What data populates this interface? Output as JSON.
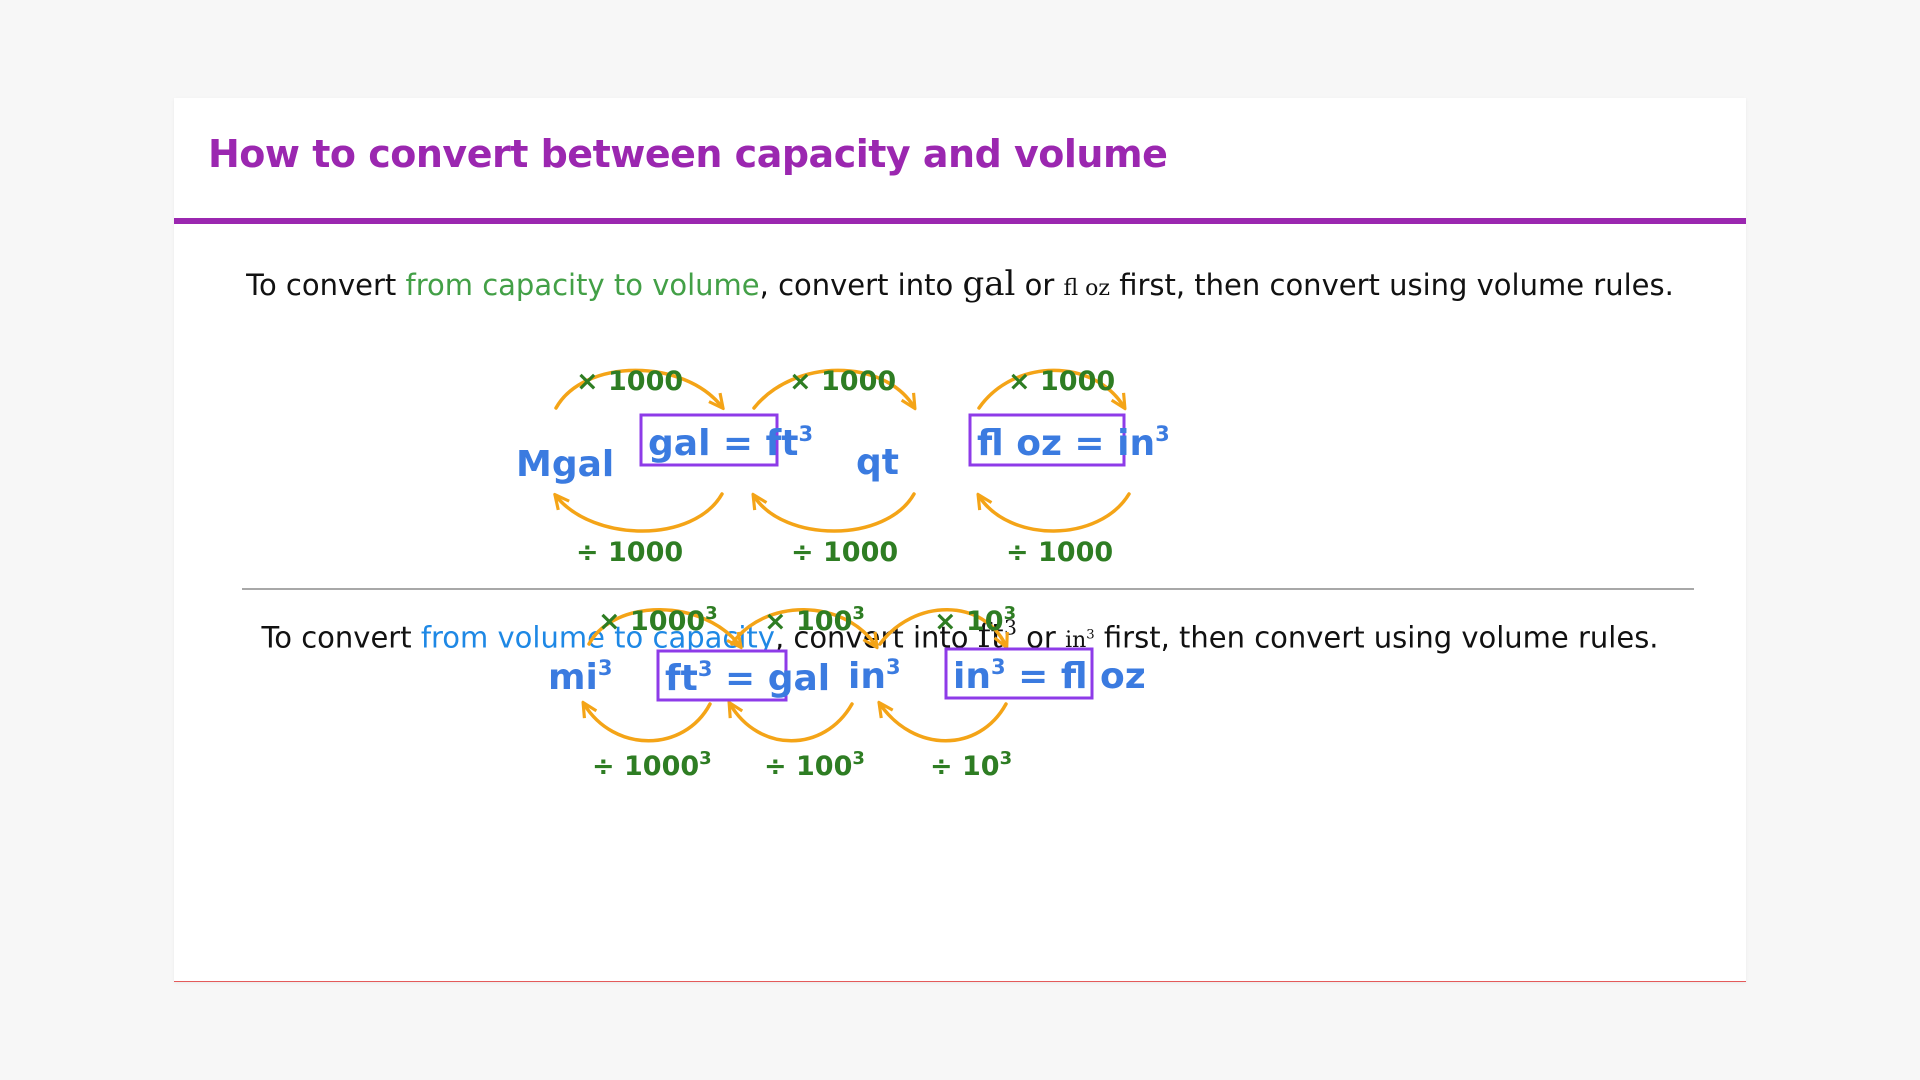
{
  "title": "How to convert between capacity and volume",
  "colors": {
    "title": "#9b27b0",
    "capacity_highlight": "#43a047",
    "volume_highlight": "#1e88e5",
    "node_text": "#3b7be0",
    "box_border": "#8e3be8",
    "arrow": "#f4a417",
    "operation_text": "#2e7d23"
  },
  "section1": {
    "text_before": "To convert ",
    "highlight": "from capacity to volume",
    "text_middle": ", convert into ",
    "unit_a": "gal",
    "or": " or ",
    "unit_b": "fl oz",
    "text_after": " first, then convert using volume rules.",
    "nodes": [
      {
        "label": "Mgal",
        "boxed": false
      },
      {
        "label": "gal = ft",
        "sup": "3",
        "boxed": true
      },
      {
        "label": "qt",
        "boxed": false
      },
      {
        "label": "fl oz = in",
        "sup": "3",
        "boxed": true
      }
    ],
    "multiply_ops": [
      {
        "text": "× 1000"
      },
      {
        "text": "× 1000"
      },
      {
        "text": "× 1000"
      }
    ],
    "divide_ops": [
      {
        "text": "÷ 1000"
      },
      {
        "text": "÷ 1000"
      },
      {
        "text": "÷ 1000"
      }
    ]
  },
  "section2": {
    "text_before": "To convert ",
    "highlight": "from volume to capacity",
    "text_middle": ", convert into ",
    "unit_a": "ft",
    "unit_a_sup": "3",
    "or": " or ",
    "unit_b": "in",
    "unit_b_sup": "3",
    "text_after": " first, then convert using volume rules.",
    "nodes": [
      {
        "label": "mi",
        "sup": "3",
        "boxed": false
      },
      {
        "label": "ft",
        "sup": "3",
        "label_after": " = gal",
        "boxed": true
      },
      {
        "label": "in",
        "sup": "3",
        "boxed": false
      },
      {
        "label": "in",
        "sup": "3",
        "label_after": " = fl oz",
        "boxed": true
      }
    ],
    "multiply_ops": [
      {
        "text": "× 1000",
        "sup": "3"
      },
      {
        "text": "× 100",
        "sup": "3"
      },
      {
        "text": "× 10",
        "sup": "3"
      }
    ],
    "divide_ops": [
      {
        "text": "÷ 1000",
        "sup": "3"
      },
      {
        "text": "÷ 100",
        "sup": "3"
      },
      {
        "text": "÷ 10",
        "sup": "3"
      }
    ]
  }
}
